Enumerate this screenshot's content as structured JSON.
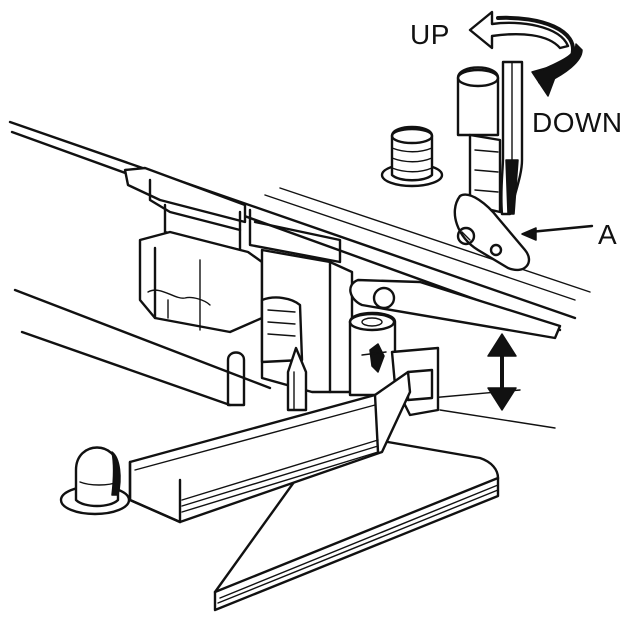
{
  "labels": {
    "up": "UP",
    "down": "DOWN",
    "a": "A"
  },
  "icons": {
    "rotate": "curved-rotation-arrow-icon",
    "vertical": "double-headed-vertical-arrow-icon"
  },
  "colors": {
    "ink": "#111111",
    "paper": "#ffffff"
  }
}
